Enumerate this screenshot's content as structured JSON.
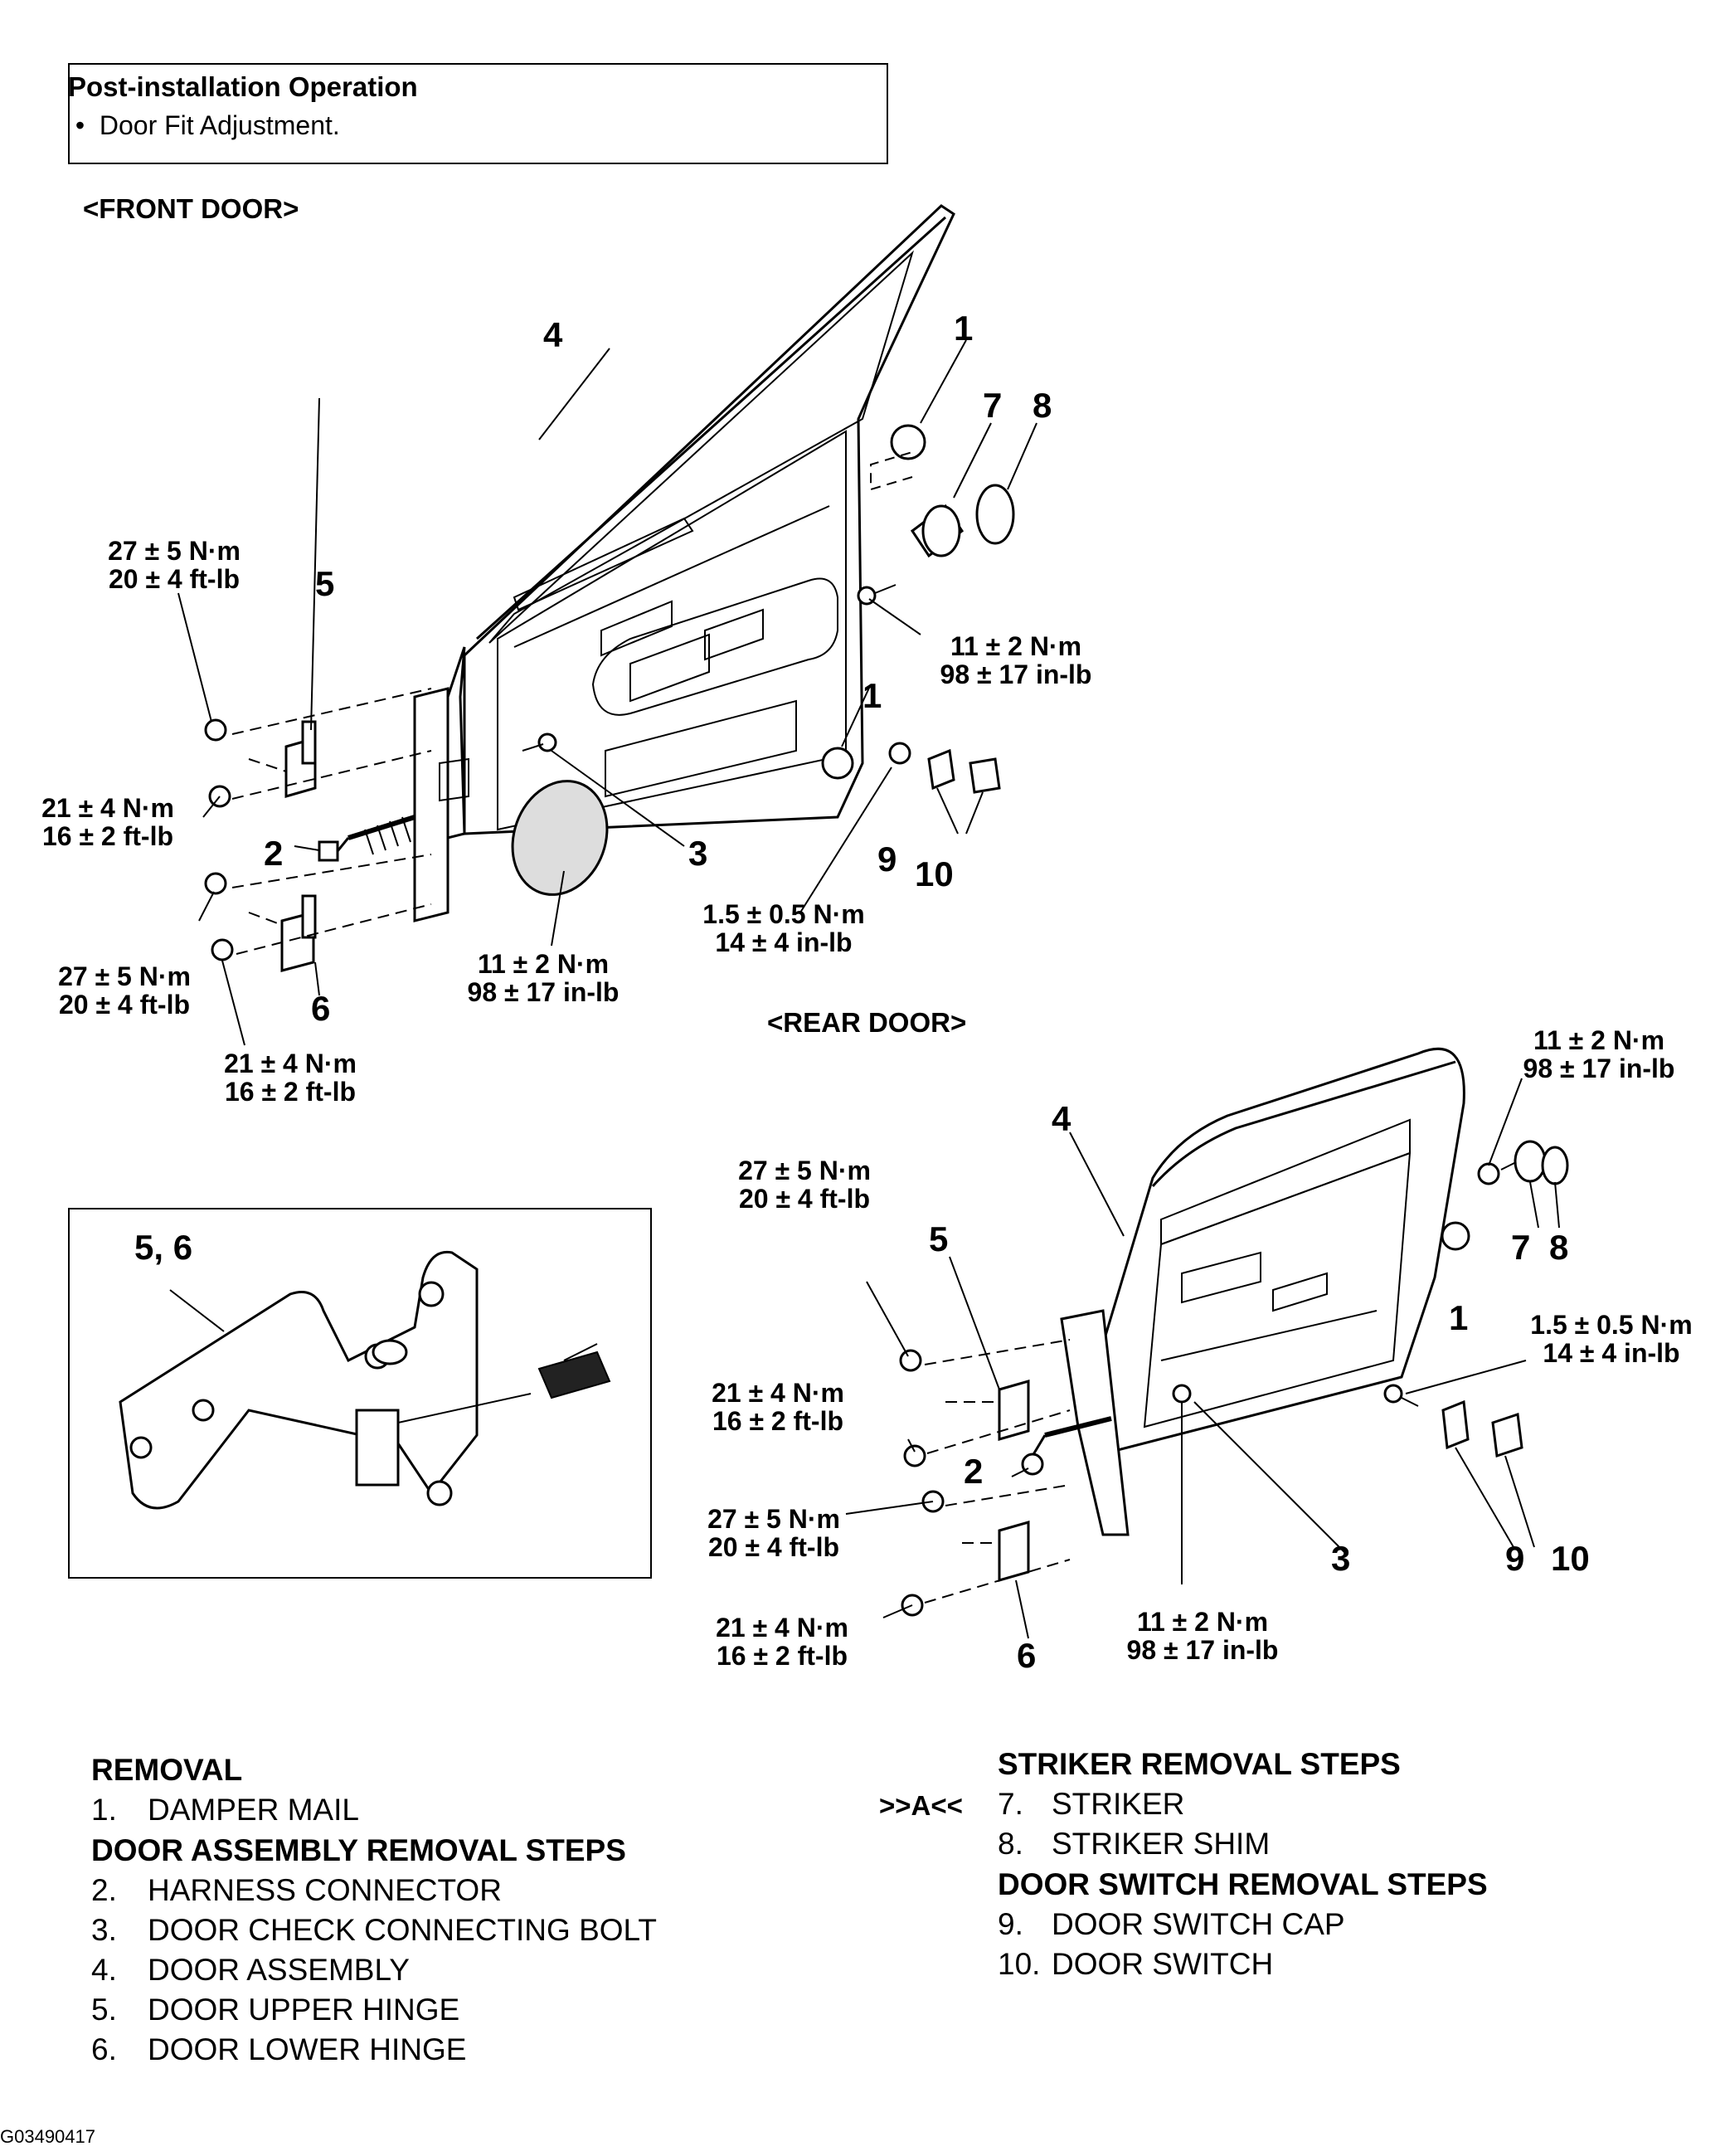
{
  "post_install": {
    "title": "Post-installation Operation",
    "item": "Door Fit Adjustment."
  },
  "front": {
    "heading": "<FRONT DOOR>",
    "labels": {
      "n1a": "1",
      "n1b": "1",
      "n2": "2",
      "n3": "3",
      "n4": "4",
      "n5": "5",
      "n6": "6",
      "n7": "7",
      "n8": "8",
      "n9": "9",
      "n10": "10"
    },
    "torques": {
      "t_hinge_upper_top": [
        "27 ± 5 N·m",
        "20 ± 4 ft-lb"
      ],
      "t_hinge_upper_bot": [
        "21 ± 4 N·m",
        "16 ± 2 ft-lb"
      ],
      "t_hinge_lower_top": [
        "27 ± 5 N·m",
        "20 ± 4 ft-lb"
      ],
      "t_hinge_lower_bot": [
        "21 ± 4 N·m",
        "16 ± 2 ft-lb"
      ],
      "t_check": [
        "11 ± 2 N·m",
        "98 ± 17 in-lb"
      ],
      "t_striker": [
        "11 ± 2 N·m",
        "98 ± 17 in-lb"
      ],
      "t_switch": [
        "1.5 ± 0.5 N·m",
        "14 ± 4 in-lb"
      ]
    }
  },
  "rear": {
    "heading": "<REAR DOOR>",
    "labels": {
      "n1": "1",
      "n2": "2",
      "n3": "3",
      "n4": "4",
      "n5": "5",
      "n6": "6",
      "n7": "7",
      "n8": "8",
      "n9": "9",
      "n10": "10"
    },
    "torques": {
      "t_hinge_upper_top": [
        "27 ± 5 N·m",
        "20 ± 4 ft-lb"
      ],
      "t_hinge_upper_bot": [
        "21 ± 4 N·m",
        "16 ± 2 ft-lb"
      ],
      "t_hinge_lower_top": [
        "27 ± 5 N·m",
        "20 ± 4 ft-lb"
      ],
      "t_hinge_lower_bot": [
        "21 ± 4 N·m",
        "16 ± 2 ft-lb"
      ],
      "t_check": [
        "11 ± 2 N·m",
        "98 ± 17 in-lb"
      ],
      "t_striker": [
        "11 ± 2 N·m",
        "98 ± 17 in-lb"
      ],
      "t_switch": [
        "1.5 ± 0.5 N·m",
        "14 ± 4 in-lb"
      ]
    }
  },
  "inset": {
    "label": "5, 6"
  },
  "removal": {
    "heading": "REMOVAL",
    "step1": {
      "n": "1.",
      "t": "DAMPER MAIL"
    },
    "door_heading": "DOOR ASSEMBLY REMOVAL STEPS",
    "door_steps": [
      {
        "n": "2.",
        "t": "HARNESS CONNECTOR"
      },
      {
        "n": "3.",
        "t": "DOOR CHECK CONNECTING BOLT"
      },
      {
        "n": "4.",
        "t": "DOOR ASSEMBLY"
      },
      {
        "n": "5.",
        "t": "DOOR UPPER HINGE"
      },
      {
        "n": "6.",
        "t": "DOOR LOWER HINGE"
      }
    ],
    "striker_heading": "STRIKER REMOVAL STEPS",
    "striker_marker": ">>A<<",
    "striker_steps": [
      {
        "n": "7.",
        "t": "STRIKER"
      },
      {
        "n": "8.",
        "t": "STRIKER SHIM"
      }
    ],
    "switch_heading": "DOOR SWITCH REMOVAL STEPS",
    "switch_steps": [
      {
        "n": "9.",
        "t": "DOOR SWITCH CAP"
      },
      {
        "n": "10.",
        "t": "DOOR SWITCH"
      }
    ]
  },
  "figure_id": "G03490417"
}
